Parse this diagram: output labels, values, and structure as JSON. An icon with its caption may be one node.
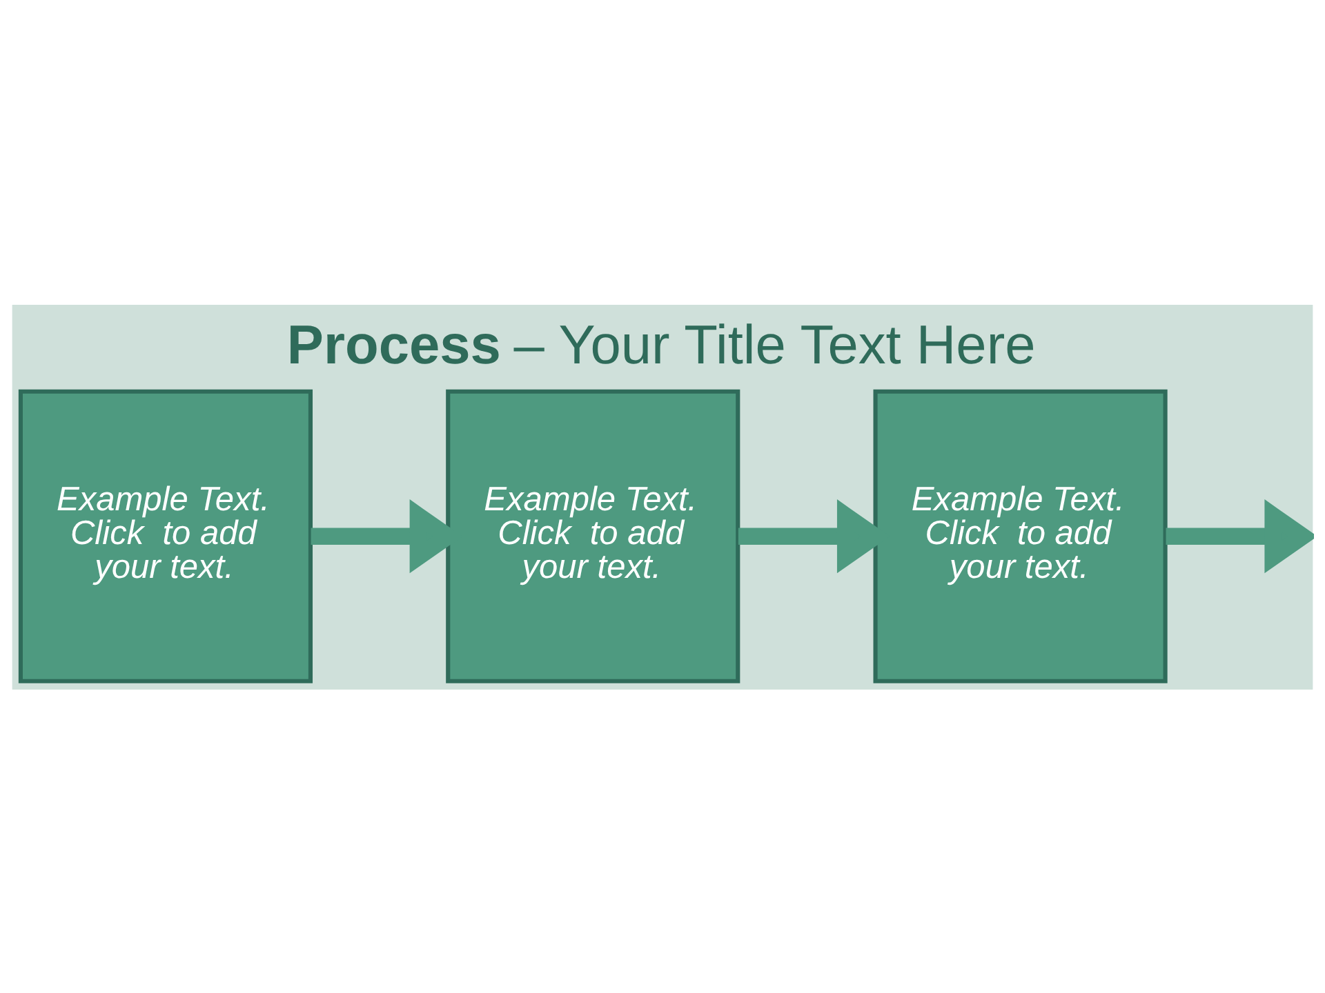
{
  "diagram": {
    "title": "**Process** – Your Title Text Here",
    "nodes": [
      {
        "text": [
          "Example Text. Click  to add your text."
        ]
      },
      {
        "text": [
          "Example Text. Click  to add your text."
        ]
      },
      {
        "text": [
          "Example Text. Click  to add your text."
        ]
      }
    ],
    "edges": [
      {
        "from": 0,
        "to": 1,
        "arrow": "to"
      },
      {
        "from": 1,
        "to": 2,
        "arrow": "to"
      },
      {
        "from": 2,
        "to": null,
        "arrow": "to"
      }
    ]
  }
}
